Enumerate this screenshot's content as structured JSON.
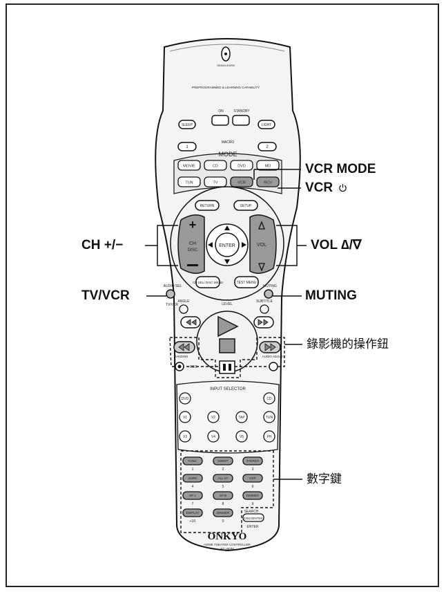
{
  "remote": {
    "top_label": "SEND/LEARN",
    "programmed_text": "PREPROGRAMMED & LEARNING CAPABILITY",
    "on_label": "ON",
    "standby_label": "STANDBY",
    "sleep_label": "SLEEP",
    "light_label": "LIGHT",
    "macro_label": "MACRO",
    "macro_buttons": [
      "1",
      "2"
    ],
    "mode_label": "MODE",
    "mode_row1": [
      "MOVIE",
      "CD",
      "DVD",
      "MD"
    ],
    "mode_row2": [
      "TUN",
      "TV",
      "VCR",
      "RCV"
    ],
    "return_label": "RETURN",
    "setup_label": "SETUP",
    "ch_label": "CH",
    "disc_label": "DISC",
    "enter_label": "ENTER",
    "vol_label": "VOL",
    "ch_sel_label": "CH SEL/ DISC MENU",
    "test_menu_label": "TEST MENU",
    "audio_sel_label": "AUDIO SEL",
    "tv_vcr_small": "TV/VCR",
    "angle_label": "ANGLE",
    "level_label": "LEVEL",
    "subtitle_label": "SUBTITLE",
    "muting_small": "MUTING",
    "rec_label": "REC",
    "random_label": "RANDOM",
    "audio_adjust_label": "AUDIO ADJUST",
    "input_selector_label": "INPUT SELECTOR",
    "input_row1": [
      "DVD",
      "CD"
    ],
    "input_row2": [
      "V1",
      "V2",
      "TAP",
      "TUN"
    ],
    "input_row3": [
      "V3",
      "V4",
      "V5",
      "PH"
    ],
    "num_buttons": [
      "FUNC",
      "SWEET",
      "STEREO",
      "SURR",
      "ALL ST",
      "DSP",
      "SP A",
      "SP B",
      "DIMMER",
      "DISPLAY",
      "DIMMER"
    ],
    "num_digits": [
      "1",
      "2",
      "3",
      "4",
      "5",
      "6",
      "7",
      "8",
      "9",
      "+10",
      "0"
    ],
    "search_label": "SEARCH",
    "cd_enter_label": "DISC/ENTER",
    "enter_small": "ENTER",
    "brand": "ONKYO",
    "subtitle_text": "HOME THEATER CONTROLLER",
    "model": "RC-483M"
  },
  "callouts": {
    "vcr_mode": "VCR MODE",
    "vcr_power": "VCR",
    "vcr_power_icon": "power-icon",
    "ch": "CH +/−",
    "vol": "VOL ∆/∇",
    "tv_vcr": "TV/VCR",
    "muting": "MUTING",
    "vcr_ops": "錄影機的操作鈕",
    "number_keys": "數字鍵"
  }
}
